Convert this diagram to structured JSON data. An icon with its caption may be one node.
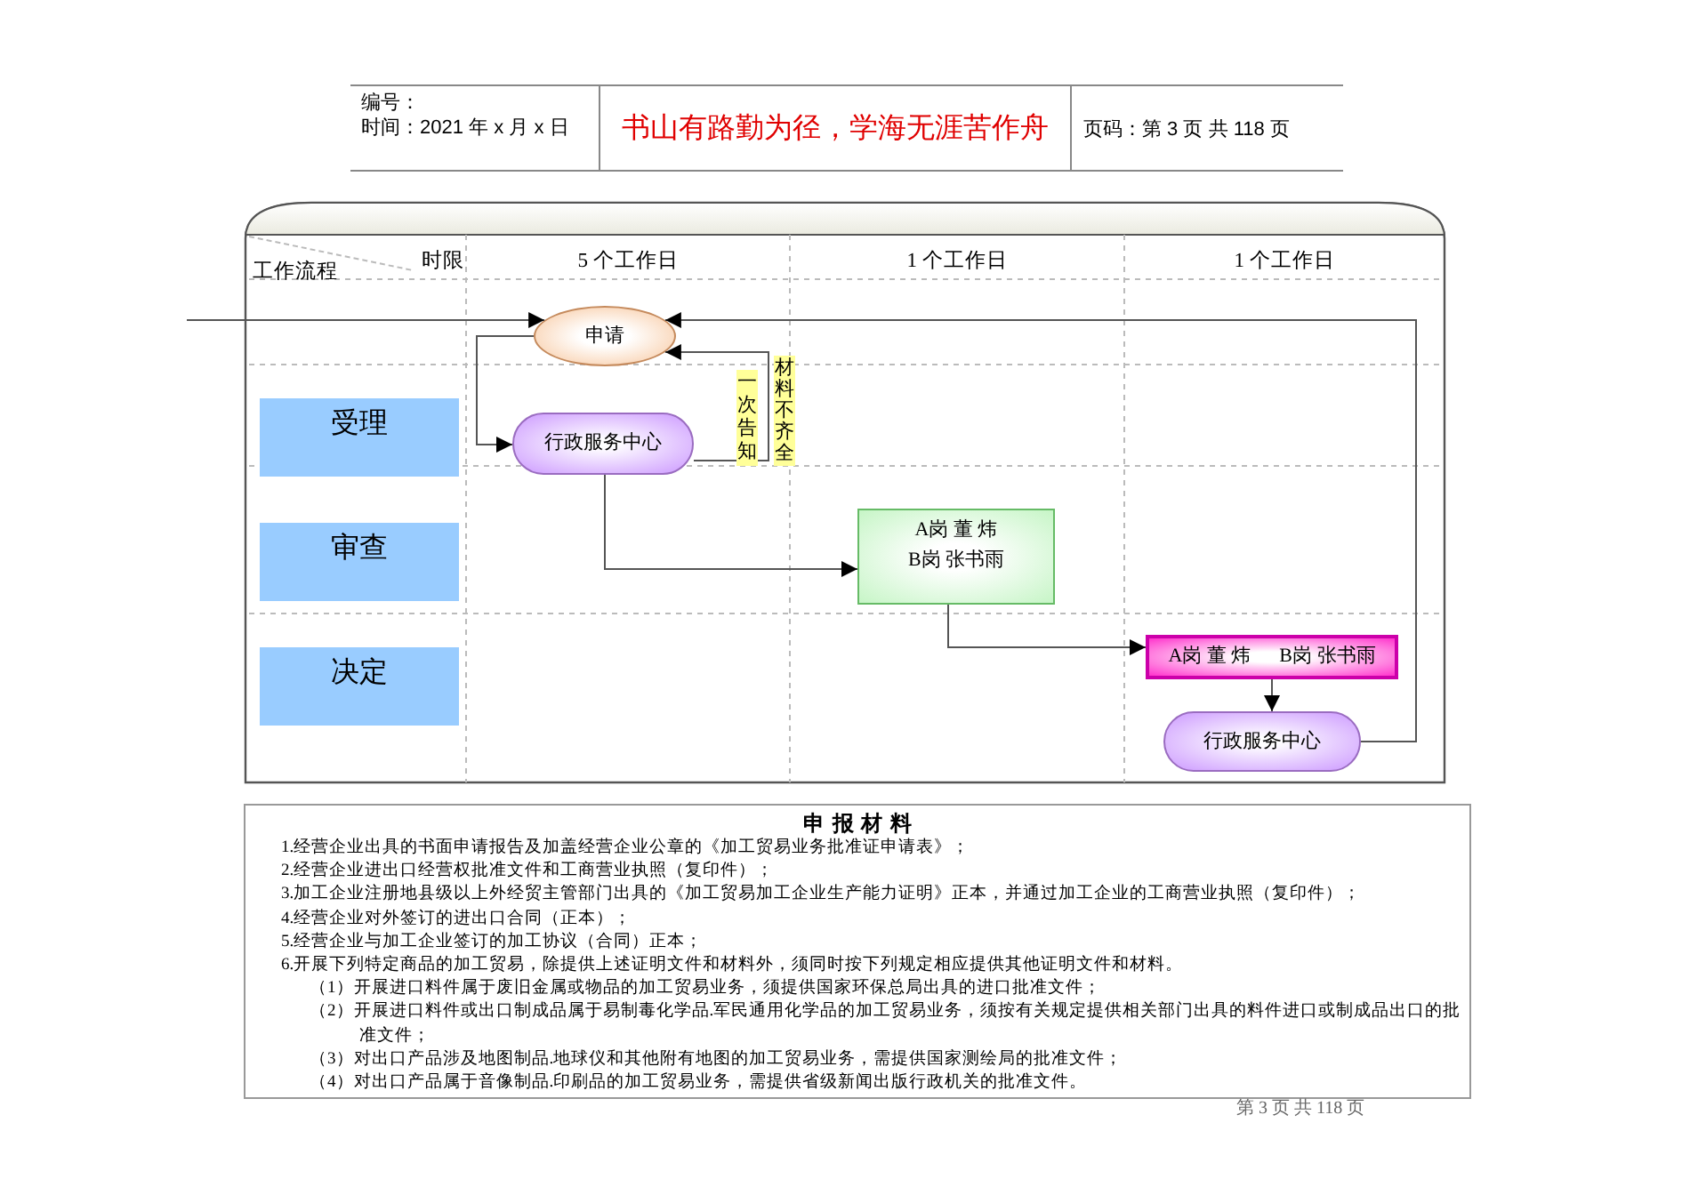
{
  "diagram": {
    "title": "书山有路勤为径，学海无涯苦作舟",
    "nodes": [
      {
        "text": [
          "申请"
        ]
      },
      {
        "text": [
          "受理"
        ]
      },
      {
        "text": [
          "行政服务中心"
        ]
      },
      {
        "text": [
          "审查"
        ]
      },
      {
        "text": [
          "A岗 董 炜",
          "B岗 张书雨"
        ]
      },
      {
        "text": [
          "决定"
        ]
      },
      {
        "text": [
          "A岗 董 炜",
          "B岗 张书雨"
        ]
      },
      {
        "text": [
          "行政服务中心"
        ]
      },
      {
        "text": [
          "申 报 材 料",
          "1.经营企业出具的书面申请报告及加盖经营企业公章的《加工贸易业务批准证申请表》；",
          "2.经营企业进出口经营权批准文件和工商营业执照（复印件）；",
          "3.加工企业注册地县级以上外经贸主管部门出具的《加工贸易加工企业生产能力证明》正本，并通过加工企业的工商营业执照（复印件）；",
          "4.经营企业对外签订的进出口合同（正本）；",
          "5.经营企业与加工企业签订的加工协议（合同）正本；",
          "6.开展下列特定商品的加工贸易，除提供上述证明文件和材料外，须同时按下列规定相应提供其他证明文件和材料。",
          "（1）开展进口料件属于废旧金属或物品的加工贸易业务，须提供国家环保总局出具的进口批准文件；",
          "（2）开展进口料件或出口制成品属于易制毒化学品.军民通用化学品的加工贸易业务，须按有关规定提供相关部门出具的料件进口或制成品出口的批准文件；",
          "（3）对出口产品涉及地图制品.地球仪和其他附有地图的加工贸易业务，需提供国家测绘局的批准文件；",
          "（4）对出口产品属于音像制品.印刷品的加工贸易业务，需提供省级新闻出版行政机关的批准文件。"
        ]
      }
    ],
    "edges": [
      {
        "from": null,
        "to": 0,
        "arrow": "to"
      },
      {
        "from": 0,
        "to": 2,
        "arrow": "to"
      },
      {
        "from": 2,
        "to": 0,
        "arrow": "to",
        "label": "一次告知"
      },
      {
        "from": 2,
        "to": 4,
        "arrow": "to"
      },
      {
        "from": 4,
        "to": 6,
        "arrow": "to"
      },
      {
        "from": 6,
        "to": 7,
        "arrow": "to"
      },
      {
        "from": 7,
        "to": 0,
        "arrow": "to"
      }
    ],
    "labels": [
      "编号：",
      "时间：2021 年 x 月 x 日",
      "页码：第 3 页  共 118 页",
      "工作流程",
      "时限",
      "5 个工作日",
      "1 个工作日",
      "1 个工作日",
      "材料不齐全",
      "第 3 页 共 118 页"
    ]
  }
}
